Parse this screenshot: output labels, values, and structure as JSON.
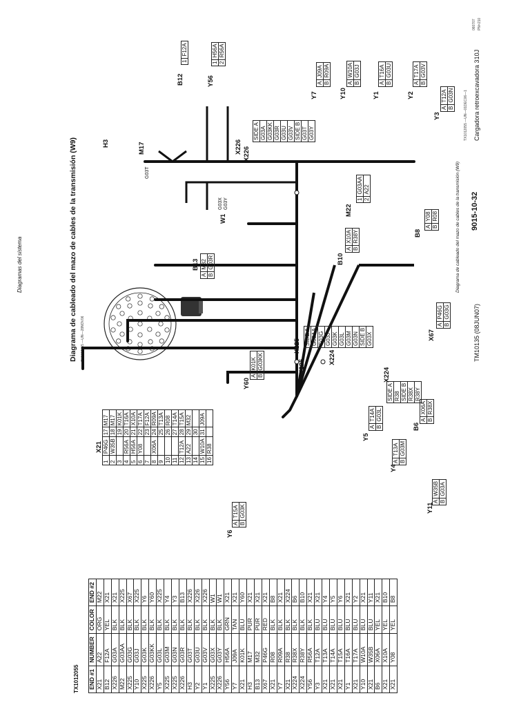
{
  "header": {
    "section": "Diagramas del sistema",
    "title": "Diagrama de cableado del mazo de cables de la transmisión (W9)",
    "fig_id_top": "TX1012055 —UN—28NOV06",
    "fig_caption": "Diagrama de cableado del mazo de cables de la transmisión (W9)",
    "fig_caption_sub": "TX1012055 —UN—01DEC06—1",
    "tm": "TM10135 (08JUN07)",
    "page_ref": "9015-10-32",
    "machine": "Cargadora retroexcavadora 310J",
    "small_right1": "060707",
    "small_right2": "PN=210",
    "figure_code": "TX1012055"
  },
  "wire_table": {
    "headers": [
      "END #1",
      "NUMBER",
      "COLOR",
      "END #2"
    ],
    "rows": [
      [
        "X21",
        "A22",
        "ORG",
        "M22"
      ],
      [
        "B12",
        "F12A",
        "YEL",
        "X21"
      ],
      [
        "X226",
        "G03A",
        "BLK",
        "X21"
      ],
      [
        "M22",
        "G03AA",
        "BLK",
        "X225"
      ],
      [
        "X225",
        "G03G",
        "BLK",
        "X67"
      ],
      [
        "Y10",
        "G03J",
        "BLK",
        "X225"
      ],
      [
        "X225",
        "G03K",
        "BLK",
        "Y6"
      ],
      [
        "X226",
        "G03KK",
        "BLK",
        "Y60"
      ],
      [
        "Y5",
        "G03L",
        "BLK",
        "X225"
      ],
      [
        "X225",
        "G03M",
        "BLK",
        "Y4"
      ],
      [
        "X225",
        "G03N",
        "BLK",
        "Y3"
      ],
      [
        "X226",
        "G03R",
        "BLK",
        "B13"
      ],
      [
        "H3",
        "G03T",
        "BLK",
        "X226"
      ],
      [
        "Y2",
        "G03U",
        "BLK",
        "X226"
      ],
      [
        "Y1",
        "G03V",
        "BLK",
        "X226"
      ],
      [
        "X225",
        "G03X",
        "BLK",
        "W1"
      ],
      [
        "X226",
        "G03Y",
        "BLK",
        "W1"
      ],
      [
        "Y56",
        "H56A",
        "GRN",
        "X21"
      ],
      [
        "Y7",
        "J09A",
        "TAN",
        "X21"
      ],
      [
        "X21",
        "K01K",
        "BLU",
        "Y60"
      ],
      [
        "H3",
        "M17",
        "PUR",
        "X21"
      ],
      [
        "B13",
        "M32",
        "PUR",
        "X21"
      ],
      [
        "X67",
        "P46G",
        "RED",
        "X21"
      ],
      [
        "X21",
        "R08",
        "BLK",
        "B8"
      ],
      [
        "Y7",
        "R09A",
        "BLK",
        "X21"
      ],
      [
        "X21",
        "R38",
        "BLK",
        "X224"
      ],
      [
        "X224",
        "R38X",
        "BLK",
        "B6"
      ],
      [
        "X224",
        "R38Y",
        "BLK",
        "B10"
      ],
      [
        "Y56",
        "R56A",
        "BLK",
        "X21"
      ],
      [
        "Y3",
        "T12A",
        "BLU",
        "X21"
      ],
      [
        "X21",
        "T13A",
        "BLU",
        "Y4"
      ],
      [
        "X21",
        "T14A",
        "BLU",
        "Y5"
      ],
      [
        "X21",
        "T15A",
        "BLU",
        "Y6"
      ],
      [
        "Y1",
        "T16A",
        "BLU",
        "X21"
      ],
      [
        "X21",
        "T17A",
        "BLU",
        "Y2"
      ],
      [
        "Y10",
        "W10A",
        "BLU",
        "X21"
      ],
      [
        "X21",
        "W35B",
        "BLU",
        "Y11"
      ],
      [
        "B6",
        "X06A",
        "YEL",
        "X21"
      ],
      [
        "X21",
        "X10A",
        "YEL",
        "B10"
      ],
      [
        "X21",
        "Y08",
        "YEL",
        "B8"
      ]
    ]
  },
  "x21_table": {
    "label": "X21",
    "left": [
      [
        "1",
        "P46G"
      ],
      [
        "2",
        "W35B"
      ],
      [
        "3",
        ""
      ],
      [
        "4",
        "R56A"
      ],
      [
        "5",
        "H56A"
      ],
      [
        "6",
        "Y08"
      ],
      [
        "7",
        ""
      ],
      [
        "8",
        "X06A"
      ],
      [
        "9",
        ""
      ],
      [
        "10",
        ""
      ],
      [
        "11",
        ""
      ],
      [
        "12",
        "T12A"
      ],
      [
        "13",
        "A22"
      ],
      [
        "14",
        ""
      ],
      [
        "15",
        "W10A"
      ],
      [
        "16",
        "R38"
      ]
    ],
    "right": [
      [
        "17",
        "M17"
      ],
      [
        "18",
        "M17"
      ],
      [
        "19",
        "K01K"
      ],
      [
        "20",
        "T16A"
      ],
      [
        "21",
        "X10A"
      ],
      [
        "22",
        "T17A"
      ],
      [
        "23",
        "F12A"
      ],
      [
        "24",
        "R09A"
      ],
      [
        "25",
        "T13A"
      ],
      [
        "26",
        "R08"
      ],
      [
        "27",
        "T14A"
      ],
      [
        "28",
        "T15A"
      ],
      [
        "29",
        "M32"
      ],
      [
        "30",
        ""
      ],
      [
        "31",
        "J09A"
      ]
    ]
  },
  "connector_labels": {
    "x21": "X21",
    "b13": "B13",
    "w1": "W1",
    "h3": "H3",
    "m17": "M17",
    "g03t": "G03T",
    "b12": "B12",
    "y56": "Y56",
    "x226": "X226",
    "x226_wire": "X226",
    "m22": "M22",
    "y7": "Y7",
    "y10": "Y10",
    "y1": "Y1",
    "y2": "Y2",
    "y3": "Y3",
    "b8": "B8",
    "b10": "B10",
    "x67": "X67",
    "y60": "Y60",
    "x225": "X225",
    "x224": "X224",
    "x225_wire": "X225",
    "b6": "B6",
    "y5": "Y5",
    "y4": "Y4",
    "y11": "Y11",
    "y6": "Y6",
    "g03x": "G03X",
    "g03y": "G03Y"
  },
  "pin_tables": {
    "b12": [
      [
        "1",
        "F12A"
      ]
    ],
    "y56": [
      [
        "1",
        "H56A"
      ],
      [
        "2",
        "R56A"
      ]
    ],
    "b13": [
      [
        "A",
        "M32"
      ],
      [
        "B",
        "G03R"
      ]
    ],
    "y7": [
      [
        "A",
        "J09A"
      ],
      [
        "B",
        "R09A"
      ]
    ],
    "y10": [
      [
        "A",
        "W10A"
      ],
      [
        "B",
        "G03J"
      ]
    ],
    "y1": [
      [
        "A",
        "T16A"
      ],
      [
        "B",
        "G03U"
      ]
    ],
    "y2": [
      [
        "A",
        "T17A"
      ],
      [
        "B",
        "G03V"
      ]
    ],
    "y3": [
      [
        "A",
        "T12A"
      ],
      [
        "B",
        "G03N"
      ]
    ],
    "m22": [
      [
        "1",
        "G03AA"
      ],
      [
        "2",
        "A22"
      ]
    ],
    "b8": [
      [
        "A",
        "Y08"
      ],
      [
        "B",
        "R08"
      ]
    ],
    "b10": [
      [
        "A",
        "X10A"
      ],
      [
        "B",
        "R38Y"
      ]
    ],
    "x67": [
      [
        "A",
        "P46G"
      ],
      [
        "B",
        "G03G"
      ]
    ],
    "y60": [
      [
        "A",
        "K01K"
      ],
      [
        "B",
        "G03KK"
      ]
    ],
    "b6": [
      [
        "A",
        "X06A"
      ],
      [
        "B",
        "R38X"
      ]
    ],
    "y5": [
      [
        "A",
        "T14A"
      ],
      [
        "B",
        "G03L"
      ]
    ],
    "y4": [
      [
        "A",
        "T13A"
      ],
      [
        "B",
        "G03M"
      ]
    ],
    "y11": [
      [
        "A",
        "W35B"
      ],
      [
        "B",
        "G03A"
      ]
    ],
    "y6": [
      [
        "A",
        "T15A"
      ],
      [
        "B",
        "G03K"
      ]
    ]
  },
  "splice_x226": [
    "SIDE A",
    "G03A",
    "G03KK",
    "G03R",
    "G03U",
    "G03V",
    "SIDE B",
    "G03T",
    "G03Y"
  ],
  "splice_x225": [
    "SIDE A",
    "G03AA",
    "G03G",
    "G03J",
    "G03K",
    "G03L",
    "G03M",
    "G03N",
    "SIDE B",
    "G03X"
  ],
  "splice_x224": [
    "SIDE A",
    "R38",
    "SIDE B",
    "R38X",
    "R38Y"
  ]
}
